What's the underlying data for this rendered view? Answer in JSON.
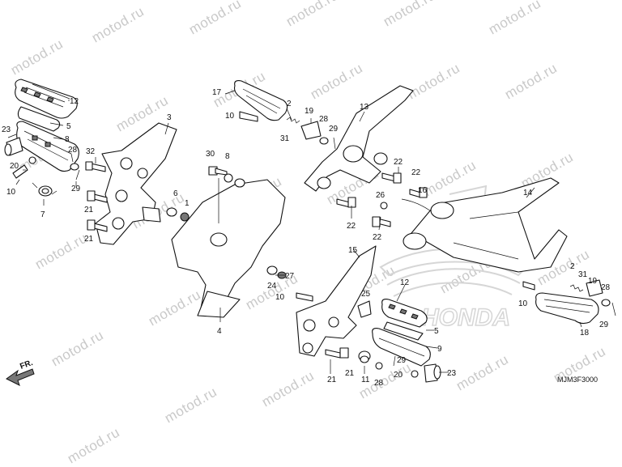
{
  "watermark": "motod.ru",
  "logo_text": "HONDA",
  "diagram_code": "MJM3F3000",
  "direction_label": "FR.",
  "callouts": [
    {
      "id": "c12a",
      "label": "12"
    },
    {
      "id": "c5a",
      "label": "5"
    },
    {
      "id": "c8a",
      "label": "8"
    },
    {
      "id": "c23a",
      "label": "23"
    },
    {
      "id": "c28a",
      "label": "28"
    },
    {
      "id": "c20a",
      "label": "20"
    },
    {
      "id": "c29a",
      "label": "29"
    },
    {
      "id": "c10a",
      "label": "10"
    },
    {
      "id": "c7",
      "label": "7"
    },
    {
      "id": "c3",
      "label": "3"
    },
    {
      "id": "c32",
      "label": "32"
    },
    {
      "id": "c21a",
      "label": "21"
    },
    {
      "id": "c21b",
      "label": "21"
    },
    {
      "id": "c6",
      "label": "6"
    },
    {
      "id": "c1",
      "label": "1"
    },
    {
      "id": "c30",
      "label": "30"
    },
    {
      "id": "c8b",
      "label": "8"
    },
    {
      "id": "c4",
      "label": "4"
    },
    {
      "id": "c17",
      "label": "17"
    },
    {
      "id": "c10b",
      "label": "10"
    },
    {
      "id": "c2a",
      "label": "2"
    },
    {
      "id": "c19a",
      "label": "19"
    },
    {
      "id": "c28b",
      "label": "28"
    },
    {
      "id": "c29b",
      "label": "29"
    },
    {
      "id": "c31a",
      "label": "31"
    },
    {
      "id": "c13",
      "label": "13"
    },
    {
      "id": "c22a",
      "label": "22"
    },
    {
      "id": "c22b",
      "label": "22"
    },
    {
      "id": "c26",
      "label": "26"
    },
    {
      "id": "c16",
      "label": "16"
    },
    {
      "id": "c22c",
      "label": "22"
    },
    {
      "id": "c22d",
      "label": "22"
    },
    {
      "id": "c14",
      "label": "14"
    },
    {
      "id": "c24",
      "label": "24"
    },
    {
      "id": "c27",
      "label": "27"
    },
    {
      "id": "c10c",
      "label": "10"
    },
    {
      "id": "c15",
      "label": "15"
    },
    {
      "id": "c12b",
      "label": "12"
    },
    {
      "id": "c25",
      "label": "25"
    },
    {
      "id": "c5b",
      "label": "5"
    },
    {
      "id": "c9",
      "label": "9"
    },
    {
      "id": "c21c",
      "label": "21"
    },
    {
      "id": "c21d",
      "label": "21"
    },
    {
      "id": "c11",
      "label": "11"
    },
    {
      "id": "c28c",
      "label": "28"
    },
    {
      "id": "c29c",
      "label": "29"
    },
    {
      "id": "c20b",
      "label": "20"
    },
    {
      "id": "c23b",
      "label": "23"
    },
    {
      "id": "c2b",
      "label": "2"
    },
    {
      "id": "c31b",
      "label": "31"
    },
    {
      "id": "c19b",
      "label": "19"
    },
    {
      "id": "c28d",
      "label": "28"
    },
    {
      "id": "c10d",
      "label": "10"
    },
    {
      "id": "c18",
      "label": "18"
    },
    {
      "id": "c29d",
      "label": "29"
    }
  ]
}
